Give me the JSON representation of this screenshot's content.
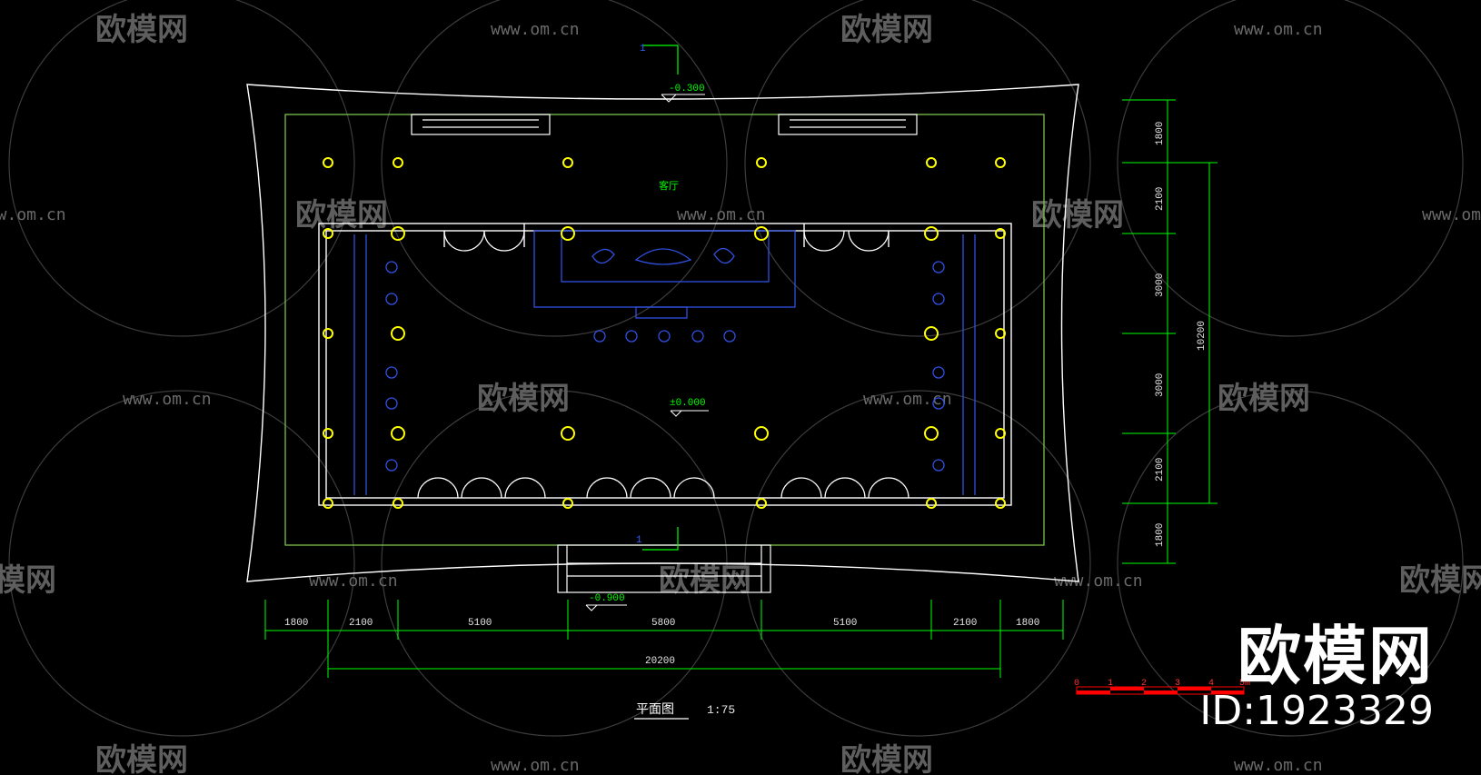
{
  "drawing": {
    "title": "平面图",
    "scale": "1:75",
    "area_label": "客厅",
    "elevation_top": "-0.300",
    "elevation_center": "±0.000",
    "elevation_bottom": "-0.900",
    "section_mark": "1"
  },
  "dimensions": {
    "horizontal": [
      "1800",
      "2100",
      "5100",
      "5800",
      "5100",
      "2100",
      "1800"
    ],
    "horizontal_total": "20200",
    "vertical": [
      "1800",
      "2100",
      "3000",
      "3000",
      "2100",
      "1800"
    ],
    "vertical_total": "10200"
  },
  "scale_bar": {
    "ticks": [
      "0",
      "1",
      "2",
      "3",
      "4",
      "5m"
    ]
  },
  "watermark": {
    "logo_text": "欧模网",
    "url_text": "www.om.cn"
  },
  "brand": {
    "name": "欧模网",
    "id": "ID:1923329"
  },
  "colors": {
    "background": "#000000",
    "line": "#ffffff",
    "yellow": "#ffff00",
    "green": "#00ff00",
    "blue": "#3050e0",
    "red": "#ff0000"
  }
}
